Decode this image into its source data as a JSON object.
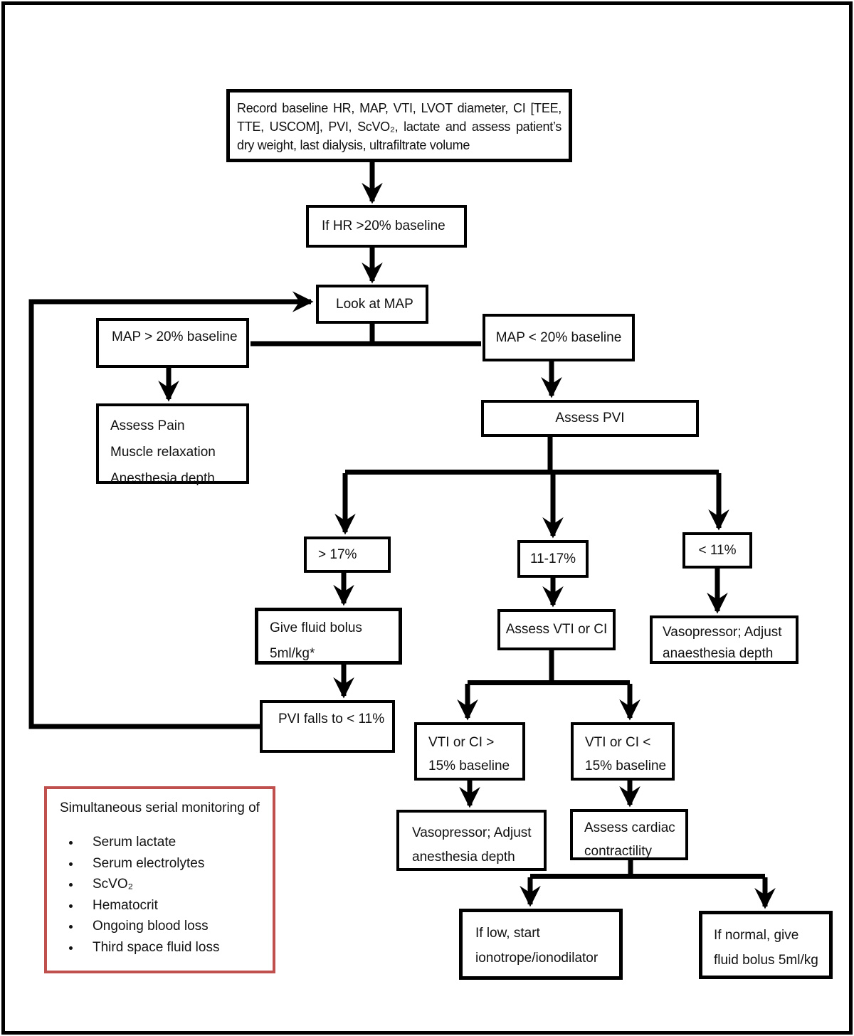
{
  "figure": {
    "kind": "clinical-flowchart",
    "background": "#ffffff",
    "frame_color": "#000000"
  },
  "colors": {
    "line": "#000000",
    "box_border": "#000000",
    "monitor_box_border": "#c0504d",
    "text": "#111111"
  },
  "nodes": {
    "record_baseline": {
      "text": "Record baseline HR, MAP, VTI, LVOT diameter, CI [TEE, TTE, USCOM], PVI, ScVO₂, lactate and assess patient’s dry weight, last dialysis, ultrafiltrate volume"
    },
    "if_hr": {
      "text": "If HR >20% baseline"
    },
    "look_at_map": {
      "text": "Look at MAP"
    },
    "map_gt": {
      "text": "MAP > 20% baseline"
    },
    "map_lt": {
      "text": "MAP < 20% baseline"
    },
    "assess_pain": {
      "text": "Assess Pain\nMuscle relaxation\nAnesthesia depth"
    },
    "assess_pvi": {
      "text": "Assess PVI"
    },
    "pvi_gt_17": {
      "text": "> 17%"
    },
    "pvi_11_17": {
      "text": "11-17%"
    },
    "pvi_lt_11": {
      "text": "< 11%"
    },
    "give_fluid_bolus": {
      "text": "Give fluid bolus\n5ml/kg*"
    },
    "assess_vti_ci": {
      "text": "Assess VTI or CI"
    },
    "vasopressor_anaesthesia": {
      "text": "Vasopressor; Adjust\nanaesthesia depth"
    },
    "pvi_falls": {
      "text": "PVI falls to < 11%"
    },
    "vti_gt_15": {
      "text": "VTI or CI >\n15% baseline"
    },
    "vti_lt_15": {
      "text": "VTI or CI <\n15% baseline"
    },
    "vasopressor_anesthesia": {
      "text": "Vasopressor; Adjust\nanesthesia depth"
    },
    "assess_cardiac": {
      "text": "Assess cardiac\ncontractility"
    },
    "if_low": {
      "text": "If low, start\nionotrope/ionodilator"
    },
    "if_normal": {
      "text": "If normal, give\nfluid bolus 5ml/kg"
    }
  },
  "monitor": {
    "title": "Simultaneous serial monitoring of",
    "items": [
      "Serum lactate",
      "Serum electrolytes",
      "ScVO₂",
      "Hematocrit",
      "Ongoing blood loss",
      "Third space fluid loss"
    ]
  }
}
